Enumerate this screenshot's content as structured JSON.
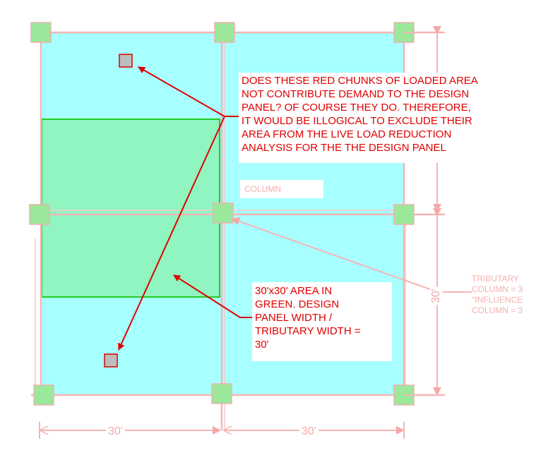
{
  "notes": {
    "red_chunks": "DOES THESE RED CHUNKS OF LOADED AREA\nNOT CONTRIBUTE DEMAND TO THE DESIGN\nPANEL?  OF COURSE THEY DO.  THEREFORE,\nIT WOULD BE ILLOGICAL TO EXCLUDE THEIR\nAREA FROM THE LIVE LOAD REDUCTION\nANALYSIS FOR THE THE DESIGN PANEL",
    "green_area": "30'x30' AREA IN\nGREEN.  DESIGN\nPANEL WIDTH /\nTRIBUTARY WIDTH =\n30'"
  },
  "labels": {
    "column": "COLUMN",
    "tributary": "TRIBUTARY\nCOLUMN = 3\n\"INFLUENCE\nCOLUMN = 3"
  },
  "dimensions": {
    "bottom_left": "30'",
    "bottom_right": "30'",
    "right_vertical": "30'"
  },
  "colors": {
    "panel": "#a8ffff",
    "design_panel": "#90f5c0",
    "design_panel_border": "#22cc22",
    "column": "#9be89b",
    "grid_line": "#f5b4b4",
    "chunk": "#bdbdbd",
    "note_text": "#e00000",
    "arrow": "#e00000"
  }
}
